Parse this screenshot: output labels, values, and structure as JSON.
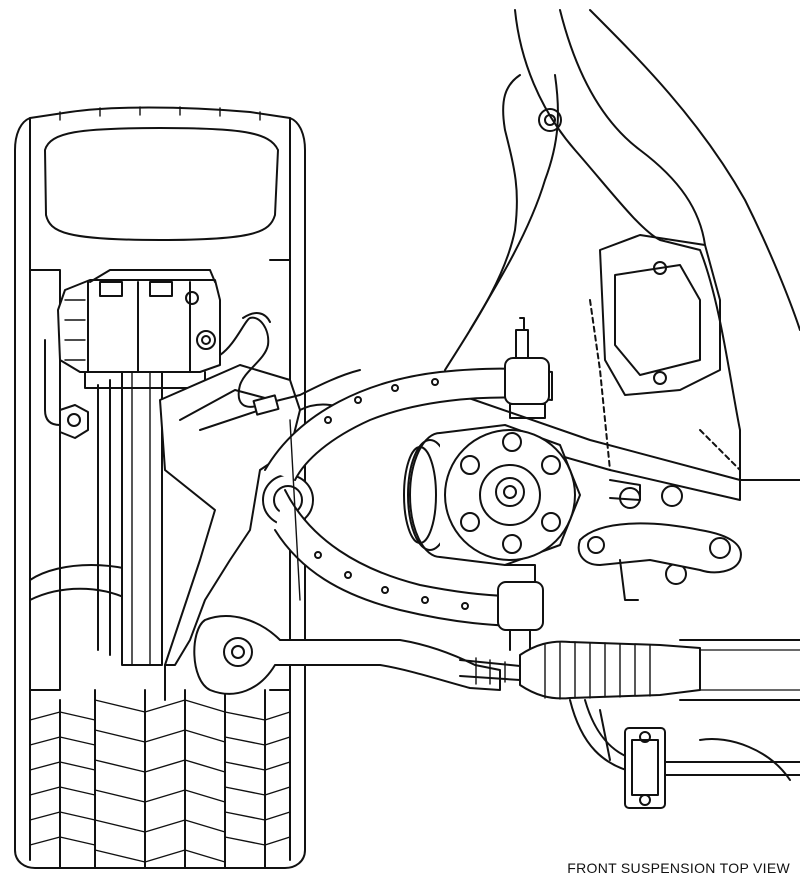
{
  "caption": "FRONT SUSPENSION TOP VIEW",
  "colors": {
    "line": "#111111",
    "paper": "#ffffff",
    "shade": "#d9d9d9"
  },
  "components": [
    "tire",
    "brake-rotor",
    "brake-caliper",
    "steering-knuckle",
    "upper-control-arm",
    "lower-control-arm",
    "wheel-hub",
    "tie-rod",
    "rack-boot",
    "stabilizer-bar",
    "subframe",
    "brake-hose",
    "bushing-bracket"
  ]
}
